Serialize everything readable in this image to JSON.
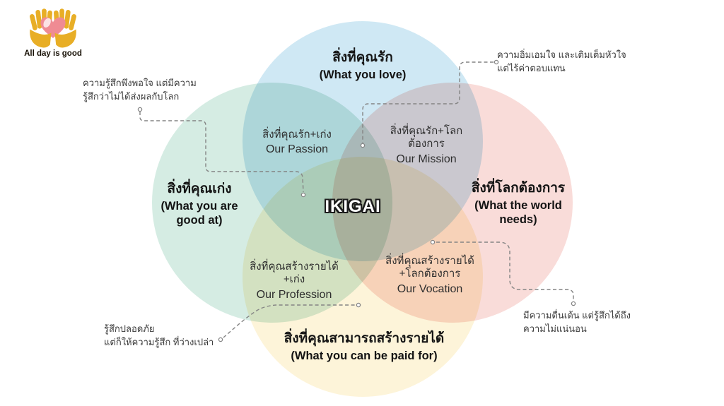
{
  "logo": {
    "caption": "All day is good"
  },
  "colors": {
    "love": "#cfe8f4",
    "good_at": "#d5ece3",
    "world_needs": "#f9dcd9",
    "paid_for": "#fdf4d9",
    "connector": "#848484",
    "hands": "#e8ae26",
    "heart": "#ef8b93"
  },
  "center": {
    "label": "IKIGAI"
  },
  "circles": {
    "love": {
      "thai": "สิ่งที่คุณรัก",
      "en": "(What you love)"
    },
    "good_at": {
      "thai": "สิ่งที่คุณเก่ง",
      "en": "(What you are good at)"
    },
    "world_needs": {
      "thai": "สิ่งที่โลกต้องการ",
      "en": "(What the world needs)"
    },
    "paid_for": {
      "thai": "สิ่งที่คุณสามารถสร้างรายได้",
      "en": "(What you can be paid for)"
    }
  },
  "intersections": {
    "passion": {
      "thai1": "สิ่งที่คุณรัก+เก่ง",
      "en": "Our Passion"
    },
    "mission": {
      "thai1": "สิ่งที่คุณรัก+โลก",
      "thai2": "ต้องการ",
      "en": "Our Mission"
    },
    "profession": {
      "thai1": "สิ่งที่คุณสร้างรายได้",
      "thai2": "+เก่ง",
      "en": "Our Profession"
    },
    "vocation": {
      "thai1": "สิ่งที่คุณสร้างรายได้",
      "thai2": "+โลกต้องการ",
      "en": "Our Vocation"
    }
  },
  "annotations": {
    "top_left": {
      "line1": "ความรู้สึกพึงพอใจ แต่มีความ",
      "line2": "รู้สึกว่าไม่ได้ส่งผลกับโลก"
    },
    "top_right": {
      "line1": "ความอิ่มเอมใจ และเติมเต็มหัวใจ",
      "line2": "แต่ไร้ค่าตอบแทน"
    },
    "bottom_left": {
      "line1": "รู้สึกปลอดภัย",
      "line2": "แต่ก็ให้ความรู้สึก ที่ว่างเปล่า"
    },
    "bottom_right": {
      "line1": "มีความตื่นเต้น แต่รู้สึกได้ถึง",
      "line2": "ความไม่แน่นอน"
    }
  }
}
